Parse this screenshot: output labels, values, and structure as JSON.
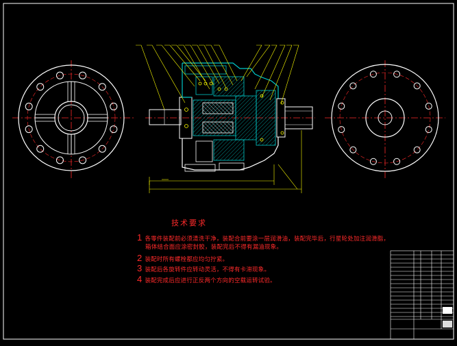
{
  "colors": {
    "background": "#000000",
    "frame": "#ffffff",
    "outline": "#ffffff",
    "centerline": "#ff2a2a",
    "section": "#00c8c8",
    "hatch": "#00c8c8",
    "dimension": "#ffff00",
    "text_red": "#ff2a2a"
  },
  "technical_requirements": {
    "title": "技术要求",
    "items": [
      {
        "num": "1",
        "lines": [
          "各零件装配前必须清洗干净，装配合前要涂一层润滑油，装配完毕后，行星轮处加注润滑脂，",
          "箱体结合面应涂密封胶，装配完后不得有漏油现象。"
        ]
      },
      {
        "num": "2",
        "lines": [
          "装配时所有螺栓都应均匀拧紧。"
        ]
      },
      {
        "num": "3",
        "lines": [
          "装配后各旋转件应转动灵活，不得有卡滞现象。"
        ]
      },
      {
        "num": "4",
        "lines": [
          "装配完成后应进行正反两个方向的空载运转试验。"
        ]
      }
    ]
  }
}
